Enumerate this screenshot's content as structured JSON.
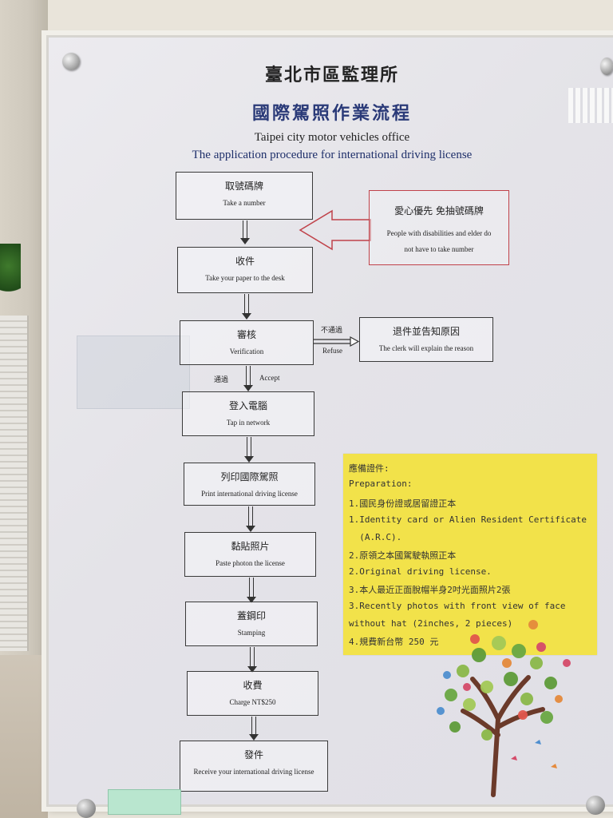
{
  "header": {
    "office_cn": "臺北市區監理所",
    "title_cn": "國際駕照作業流程",
    "office_en": "Taipei city motor vehicles office",
    "title_en": "The application procedure for international driving license"
  },
  "steps": [
    {
      "cn": "取號碼牌",
      "en": "Take a number"
    },
    {
      "cn": "收件",
      "en": "Take your paper to the desk"
    },
    {
      "cn": "審核",
      "en": "Verification"
    },
    {
      "cn": "登入電腦",
      "en": "Tap in network"
    },
    {
      "cn": "列印國際駕照",
      "en": "Print international driving license"
    },
    {
      "cn": "黏貼照片",
      "en": "Paste photon the license"
    },
    {
      "cn": "蓋鋼印",
      "en": "Stamping"
    },
    {
      "cn": "收費",
      "en": "Charge NT$250"
    },
    {
      "cn": "發件",
      "en": "Receive your international driving license"
    }
  ],
  "priority": {
    "cn": "愛心優先 免抽號碼牌",
    "en_line1": "People with disabilities and elder do",
    "en_line2": "not have to take number"
  },
  "branch": {
    "fail_cn": "不通過",
    "fail_en": "Refuse",
    "pass_cn": "通過",
    "pass_en": "Accept",
    "reject_cn": "退件並告知原因",
    "reject_en": "The clerk will explain the reason"
  },
  "preparation": {
    "lines": [
      "應備證件:",
      "Preparation:",
      "1.國民身份證或居留證正本",
      "1.Identity card or Alien Resident Certificate",
      "  (A.R.C).",
      "2.原領之本國駕駛執照正本",
      "2.Original driving license.",
      "3.本人最近正面脫帽半身2吋光面照片2張",
      "3.Recently photos with front view of face",
      "without hat (2inches, 2 pieces)",
      "4.規費新台幣 250 元"
    ]
  },
  "colors": {
    "title_blue": "#2a3a78",
    "note_yellow": "#f2e24a",
    "callout_red": "#c0424a"
  }
}
